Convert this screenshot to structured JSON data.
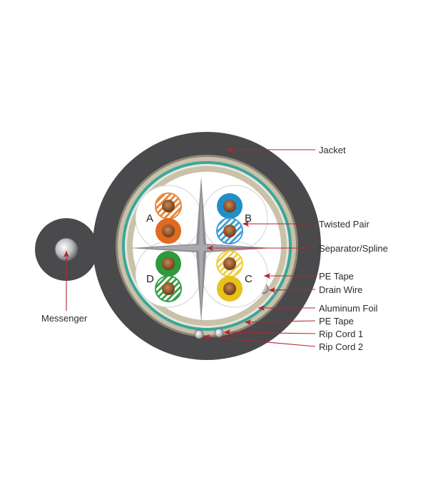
{
  "labels": {
    "jacket": "Jacket",
    "twisted_pair": "Twisted Pair",
    "separator": "Separator/Spline",
    "pe_tape_outer": "PE Tape",
    "drain_wire": "Drain Wire",
    "aluminum_foil": "Aluminum Foil",
    "pe_tape_inner": "PE Tape",
    "rip_cord_1": "Rip Cord 1",
    "rip_cord_2": "Rip Cord 2",
    "messenger": "Messenger"
  },
  "pairs": {
    "a": "A",
    "b": "B",
    "c": "C",
    "d": "D"
  },
  "colors": {
    "jacket": "#4a4a4c",
    "tape_beige": "#c9c1a8",
    "foil_teal": "#3aa79a",
    "separator": "#8e8e92",
    "leader_red": "#b3262f",
    "orange": "#e06a1f",
    "blue": "#1f8fc8",
    "green": "#2e9a3c",
    "brown": "#7a4a2a",
    "yellow": "#e6c21a"
  }
}
